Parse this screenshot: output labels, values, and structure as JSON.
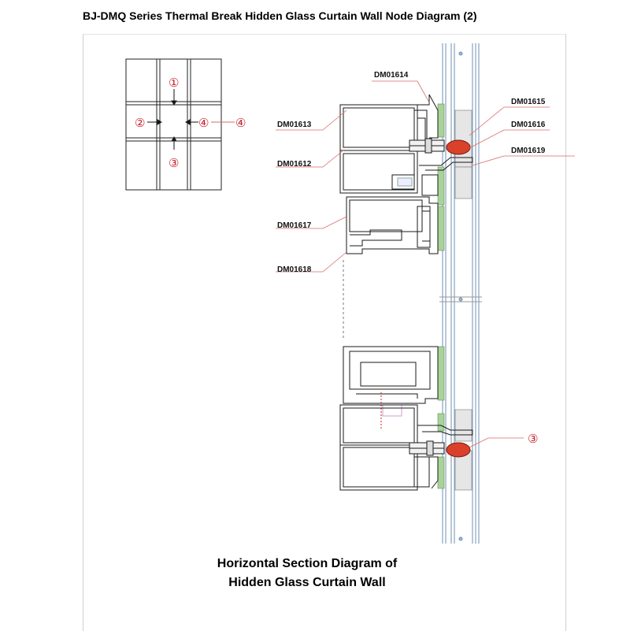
{
  "title": "BJ-DMQ Series Thermal Break Hidden Glass Curtain Wall Node Diagram (2)",
  "key_plan": {
    "markers": [
      "①",
      "②",
      "③",
      "④",
      "④"
    ]
  },
  "part_labels": {
    "dm01614": "DM01614",
    "dm01613": "DM01613",
    "dm01612": "DM01612",
    "dm01617": "DM01617",
    "dm01618": "DM01618",
    "dm01615": "DM01615",
    "dm01616": "DM01616",
    "dm01619": "DM01619"
  },
  "detail_marker": "③",
  "caption": {
    "line1": "Horizontal Section Diagram of",
    "line2": "Hidden Glass Curtain Wall"
  },
  "colors": {
    "line": "#1a1a1a",
    "accent_red": "#c8202a",
    "gasket": "#d9412b",
    "insulation_green": "#8bbf7a",
    "glass_blue": "#9fb8d6",
    "leader": "#d96b6b"
  }
}
